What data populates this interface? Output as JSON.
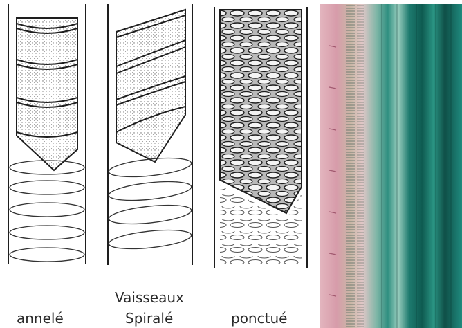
{
  "labels": {
    "group": "Vaisseaux",
    "annele": "annelé",
    "spirale": "Spiralé",
    "ponctue": "ponctué"
  },
  "colors": {
    "ink": "#1e1e1e",
    "stipple": "#6a6a6a",
    "photo_pink": "#d9a3b0",
    "photo_teal": "#1f8a7e",
    "photo_dark_teal": "#0f4f47"
  }
}
